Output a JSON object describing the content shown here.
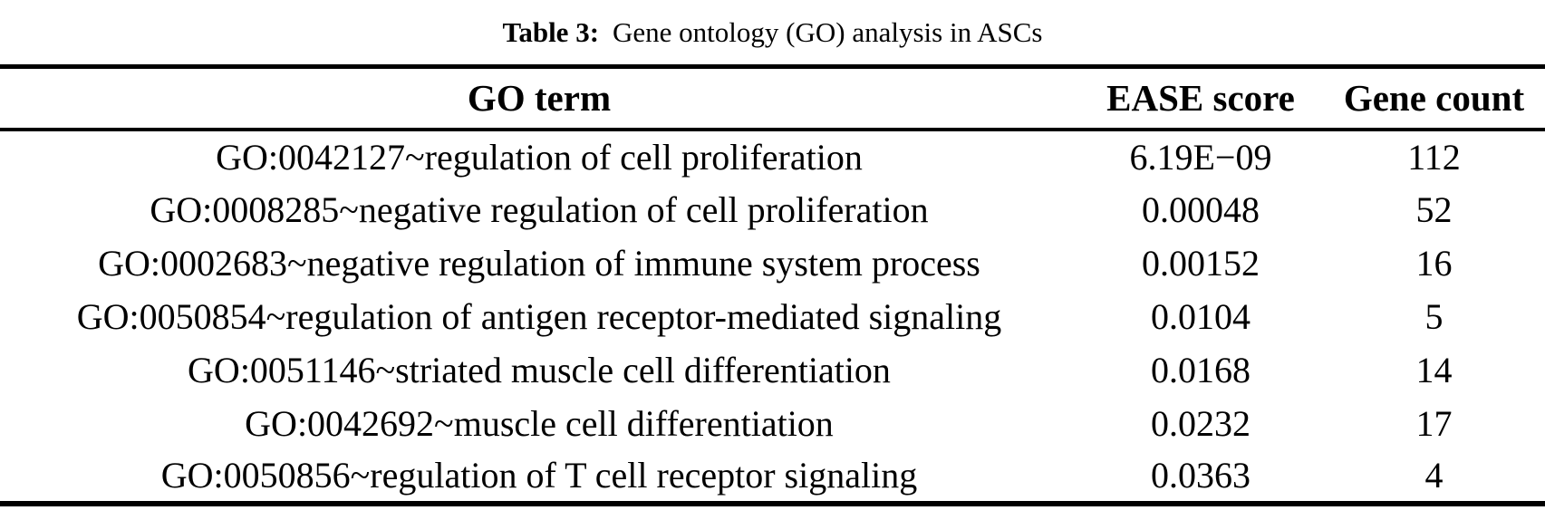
{
  "page": {
    "background_color": "#ffffff",
    "text_color": "#000000",
    "rule_color": "#000000"
  },
  "caption": {
    "label": "Table 3:",
    "text": "Gene ontology (GO) analysis in ASCs"
  },
  "table": {
    "columns": [
      "GO term",
      "EASE score",
      "Gene count"
    ],
    "rows": [
      {
        "go_term": "GO:0042127~regulation of cell proliferation",
        "ease_score": "6.19E−09",
        "gene_count": "112"
      },
      {
        "go_term": "GO:0008285~negative regulation of cell proliferation",
        "ease_score": "0.00048",
        "gene_count": "52"
      },
      {
        "go_term": "GO:0002683~negative regulation of immune system process",
        "ease_score": "0.00152",
        "gene_count": "16"
      },
      {
        "go_term": "GO:0050854~regulation of antigen receptor-mediated signaling",
        "ease_score": "0.0104",
        "gene_count": "5"
      },
      {
        "go_term": "GO:0051146~striated muscle cell differentiation",
        "ease_score": "0.0168",
        "gene_count": "14"
      },
      {
        "go_term": "GO:0042692~muscle cell differentiation",
        "ease_score": "0.0232",
        "gene_count": "17"
      },
      {
        "go_term": "GO:0050856~regulation of T cell receptor signaling",
        "ease_score": "0.0363",
        "gene_count": "4"
      }
    ]
  }
}
